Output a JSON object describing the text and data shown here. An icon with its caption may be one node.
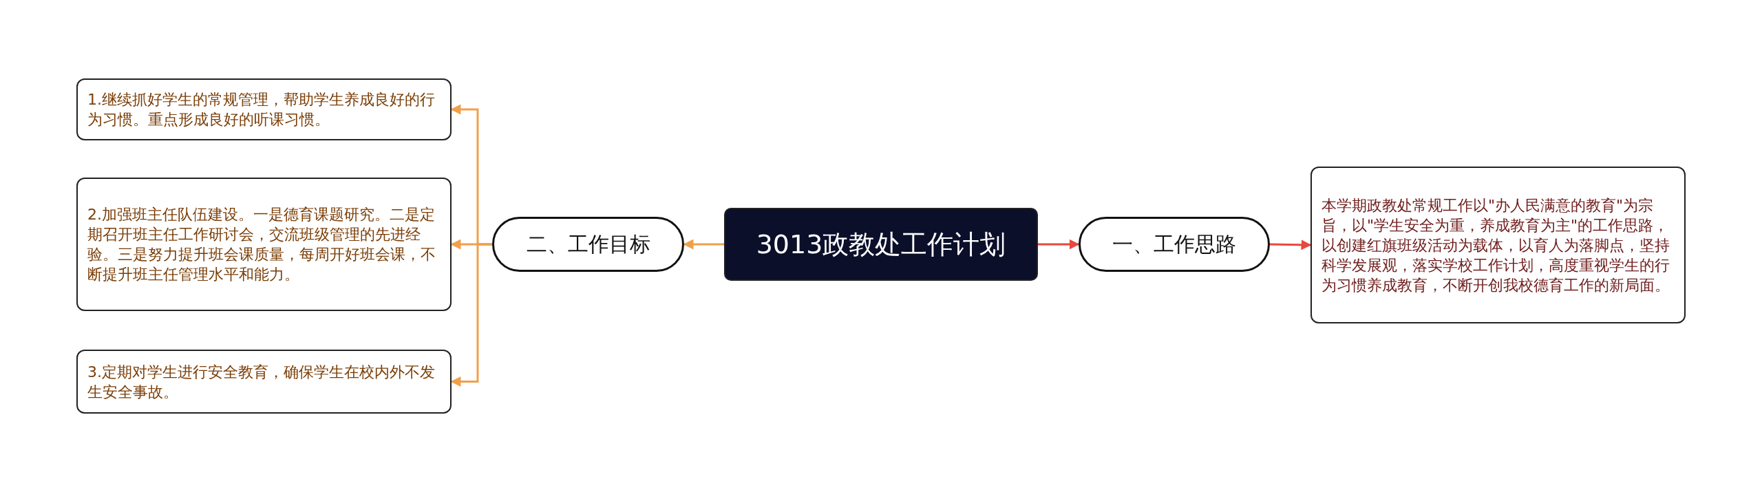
{
  "diagram": {
    "nodes": [
      {
        "text": [
          "3013政教处工作计划"
        ]
      },
      {
        "text": [
          "一、工作思路"
        ]
      },
      {
        "text": [
          "本学期政教处常规工作以\"办人民满意的教育\"为宗旨，以\"学生安全为重，养成教育为主\"的工作思路，以创建红旗班级活动为载体，以育人为落脚点，坚持科学发展观，落实学校工作计划，高度重视学生的行为习惯养成教育，不断开创我校德育工作的新局面。"
        ]
      },
      {
        "text": [
          "二、工作目标"
        ]
      },
      {
        "text": [
          "1.继续抓好学生的常规管理，帮助学生养成良好的行为习惯。重点形成良好的听课习惯。"
        ]
      },
      {
        "text": [
          "2.加强班主任队伍建设。一是德育课题研究。二是定期召开班主任工作研讨会，交流班级管理的先进经验。三是努力提升班会课质量，每周开好班会课，不断提升班主任管理水平和能力。"
        ]
      },
      {
        "text": [
          "3.定期对学生进行安全教育，确保学生在校内外不发生安全事故。"
        ]
      }
    ],
    "edges": [
      {
        "from": 0,
        "to": 1,
        "arrow": "to",
        "color": "#e8483d"
      },
      {
        "from": 1,
        "to": 2,
        "arrow": "to",
        "color": "#e8483d"
      },
      {
        "from": 0,
        "to": 3,
        "arrow": "to"
      },
      {
        "from": 3,
        "to": 4,
        "arrow": "to"
      },
      {
        "from": 3,
        "to": 5,
        "arrow": "to"
      },
      {
        "from": 3,
        "to": 6,
        "arrow": "to"
      }
    ]
  }
}
